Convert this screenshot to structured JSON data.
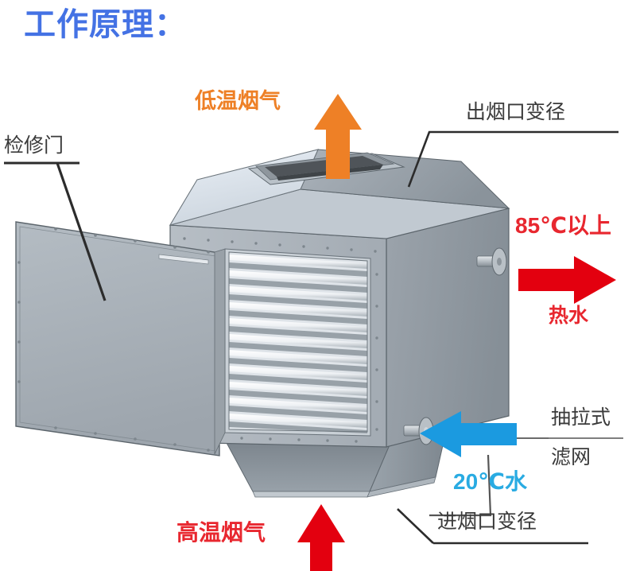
{
  "page": {
    "title": "工作原理：",
    "title_color": "#4472e4",
    "background": "#ffffff"
  },
  "colors": {
    "orange": "#ee8026",
    "red": "#e3000f",
    "red_text": "#e8272f",
    "light_blue": "#29abe2",
    "label_gray": "#3a3a3a",
    "metal_light": "#d3d8dd",
    "metal_mid": "#9aa2a9",
    "metal_dark": "#707a82",
    "metal_face": "#8d959c",
    "hood_top": "#dfe6ee",
    "opening_dark": "#4c5054",
    "fin_light": "#f2f4f6",
    "fin_shadow": "#8e979f"
  },
  "labels": [
    {
      "name": "low-temp-gas",
      "text": "低温烟气",
      "color": "#ee8026",
      "note": "flue gas leaving the top of the exchanger"
    },
    {
      "name": "outlet-reducer",
      "text": "出烟口变径",
      "color": "#3a3a3a",
      "note": "tapered smoke outlet transition at top right"
    },
    {
      "name": "access-door",
      "text": "检修门",
      "color": "#3a3a3a",
      "note": "hinged inspection / maintenance door shown open on the left"
    },
    {
      "name": "temp-hot",
      "text": "85℃以上",
      "color": "#e8272f",
      "note": "hot water outlet temperature"
    },
    {
      "name": "hot-water",
      "text": "热水",
      "color": "#e8272f",
      "note": "hot water leaving via upper right nozzle"
    },
    {
      "name": "filter-line1",
      "text": "抽拉式",
      "color": "#3a3a3a",
      "note": "pull-out type"
    },
    {
      "name": "filter-line2",
      "text": "滤网",
      "color": "#3a3a3a",
      "note": "filter screen"
    },
    {
      "name": "cold-water",
      "text": "20℃水",
      "color": "#29abe2",
      "note": "cold feed water entering lower right nozzle"
    },
    {
      "name": "high-temp-gas",
      "text": "高温烟气",
      "color": "#e8272f",
      "note": "hot flue gas entering from the bottom"
    },
    {
      "name": "inlet-reducer",
      "text": "进烟口变径",
      "color": "#3a3a3a",
      "note": "tapered smoke inlet transition at the bottom"
    }
  ],
  "arrows": [
    {
      "name": "low-temp-gas-arrow",
      "direction": "up",
      "color": "#ee8026"
    },
    {
      "name": "hot-water-arrow",
      "direction": "right",
      "color": "#e3000f"
    },
    {
      "name": "cold-water-arrow",
      "direction": "left",
      "color": "#1b9ae0"
    },
    {
      "name": "high-temp-gas-arrow",
      "direction": "up",
      "color": "#e3000f"
    }
  ],
  "equipment": {
    "name": "烟气余热回收换热器",
    "parts": [
      "出烟口变径",
      "检修门",
      "翅片管束",
      "进烟口变径",
      "热水出口接管",
      "冷水进口接管",
      "抽拉式滤网"
    ]
  }
}
